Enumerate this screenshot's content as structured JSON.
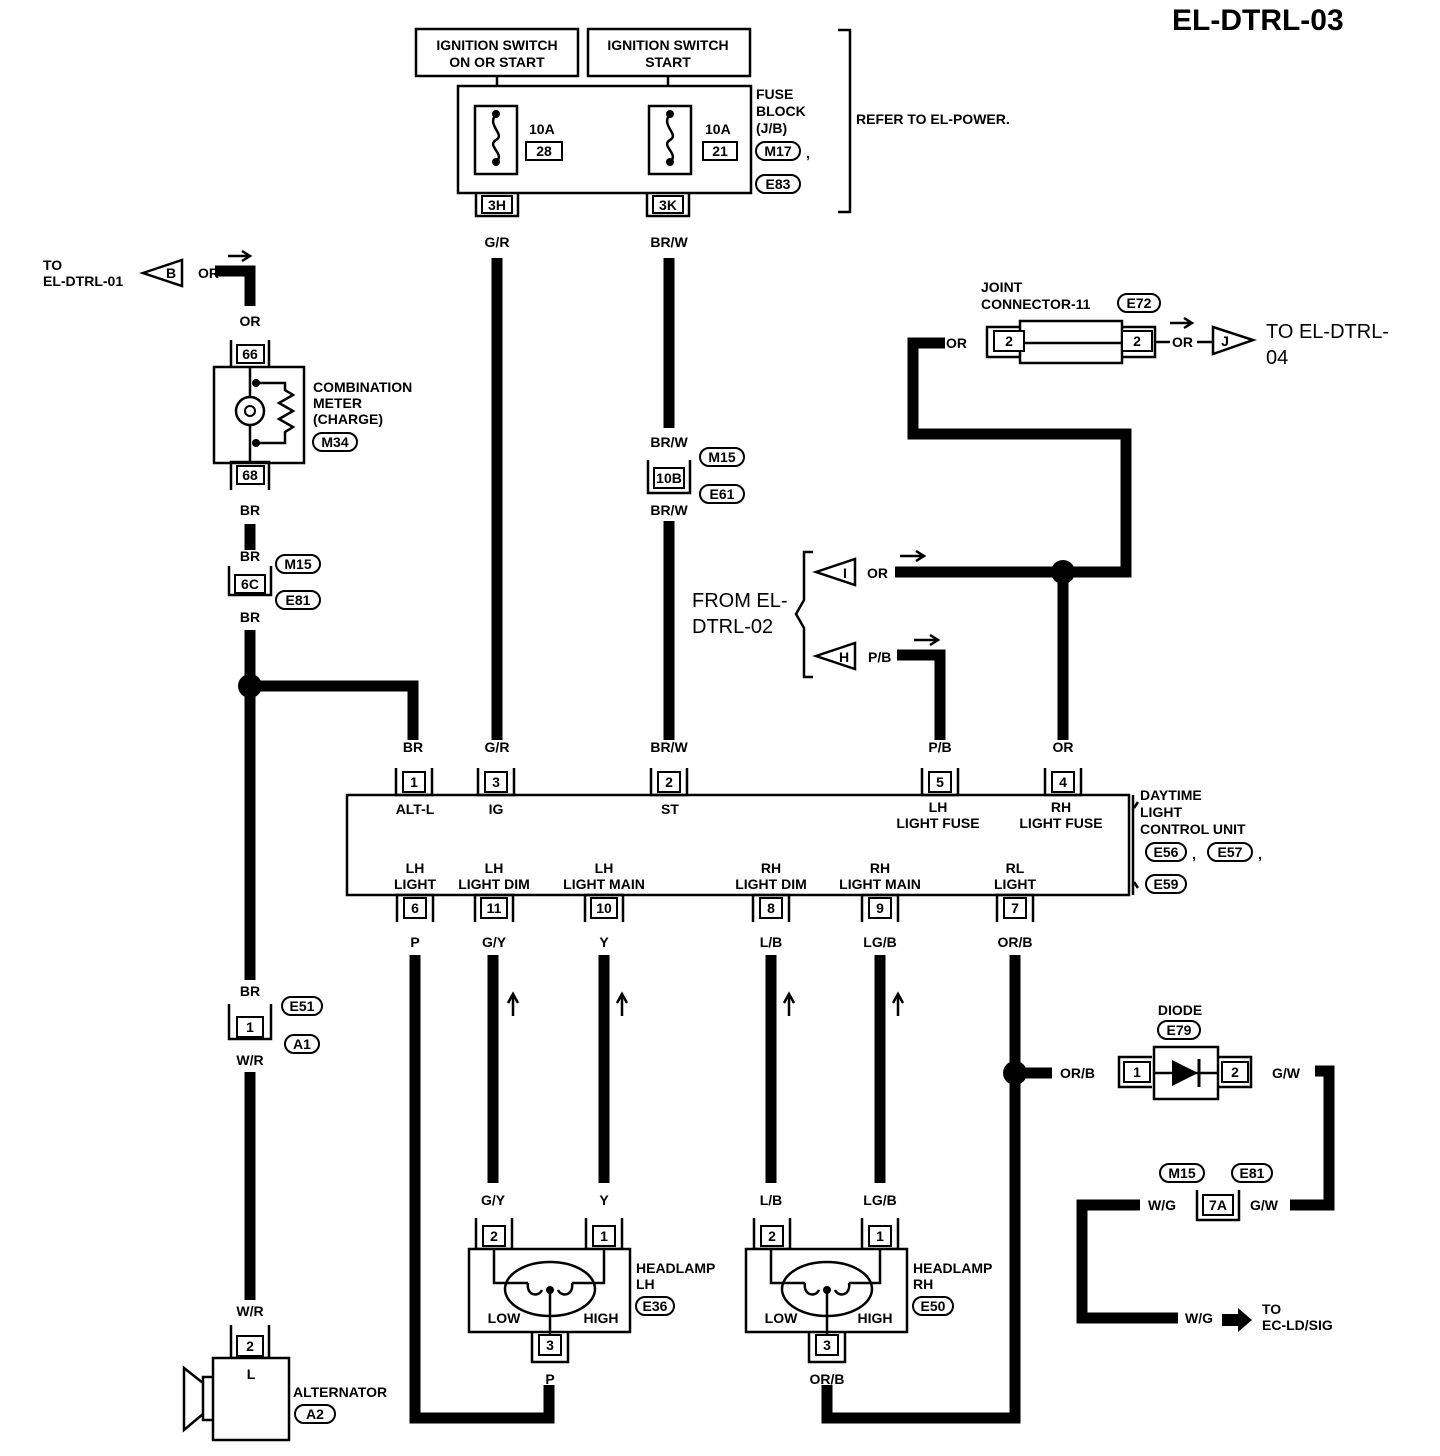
{
  "title": "EL-DTRL-03",
  "power": {
    "ign_on": [
      "IGNITION SWITCH",
      "ON OR START"
    ],
    "ign_start": [
      "IGNITION SWITCH",
      "START"
    ],
    "fuse_block": [
      "FUSE",
      "BLOCK",
      "(J/B)"
    ],
    "fuse_block_conn_1": "M17",
    "fuse_block_conn_2": "E83",
    "fuse_left_amp": "10A",
    "fuse_left_num": "28",
    "fuse_right_amp": "10A",
    "fuse_right_num": "21",
    "pin_left": "3H",
    "pin_right": "3K",
    "refer": "REFER TO EL-POWER.",
    "comma": ","
  },
  "refs": {
    "to_b": [
      "TO",
      "EL-DTRL-01"
    ],
    "b": "B",
    "to_j": [
      "TO EL-DTRL-",
      "04"
    ],
    "j": "J",
    "from": [
      "FROM EL-",
      "DTRL-02"
    ],
    "i": "I",
    "h": "H",
    "to_ec": [
      "TO",
      "EC-LD/SIG"
    ]
  },
  "wires": {
    "or": "OR",
    "br": "BR",
    "gr": "G/R",
    "brw": "BR/W",
    "pb": "P/B",
    "wr": "W/R",
    "p": "P",
    "gy": "G/Y",
    "y": "Y",
    "lb": "L/B",
    "lgb": "LG/B",
    "orb": "OR/B",
    "gw": "G/W",
    "wg": "W/G"
  },
  "combination_meter": {
    "name": [
      "COMBINATION",
      "METER",
      "(CHARGE)"
    ],
    "conn": "M34",
    "pin_top": "66",
    "pin_bottom": "68"
  },
  "joints": {
    "m15": "M15",
    "e61": "E61",
    "e81": "E81",
    "pin_10b": "10B",
    "pin_6c": "6C",
    "pin_7a": "7A",
    "e51": "E51",
    "a1": "A1",
    "pin_1": "1"
  },
  "joint_connector": {
    "name": [
      "JOINT",
      "CONNECTOR-11"
    ],
    "conn": "E72",
    "pin_left": "2",
    "pin_right": "2"
  },
  "dtrl_unit": {
    "name": [
      "DAYTIME",
      "LIGHT",
      "CONTROL UNIT"
    ],
    "conn_1": "E56",
    "conn_2": "E57",
    "conn_3": "E59",
    "comma": ",",
    "top_pins": [
      {
        "num": "1",
        "label": "ALT-L"
      },
      {
        "num": "3",
        "label": "IG"
      },
      {
        "num": "2",
        "label": "ST"
      },
      {
        "num": "5",
        "label": [
          "LH",
          "LIGHT FUSE"
        ]
      },
      {
        "num": "4",
        "label": [
          "RH",
          "LIGHT FUSE"
        ]
      }
    ],
    "bottom_pins": [
      {
        "num": "6",
        "label": [
          "LH",
          "LIGHT"
        ]
      },
      {
        "num": "11",
        "label": [
          "LH",
          "LIGHT DIM"
        ]
      },
      {
        "num": "10",
        "label": [
          "LH",
          "LIGHT MAIN"
        ]
      },
      {
        "num": "8",
        "label": [
          "RH",
          "LIGHT DIM"
        ]
      },
      {
        "num": "9",
        "label": [
          "RH",
          "LIGHT MAIN"
        ]
      },
      {
        "num": "7",
        "label": [
          "RL",
          "LIGHT"
        ]
      }
    ]
  },
  "diode": {
    "name": "DIODE",
    "conn": "E79",
    "pin_1": "1",
    "pin_2": "2"
  },
  "headlamp_lh": {
    "name": [
      "HEADLAMP",
      "LH"
    ],
    "conn": "E36",
    "pin_a": "2",
    "pin_b": "1",
    "pin_c": "3",
    "low": "LOW",
    "high": "HIGH"
  },
  "headlamp_rh": {
    "name": [
      "HEADLAMP",
      "RH"
    ],
    "conn": "E50",
    "pin_a": "2",
    "pin_b": "1",
    "pin_c": "3",
    "low": "LOW",
    "high": "HIGH"
  },
  "alternator": {
    "name": "ALTERNATOR",
    "conn": "A2",
    "pin": "2",
    "terminal": "L"
  }
}
